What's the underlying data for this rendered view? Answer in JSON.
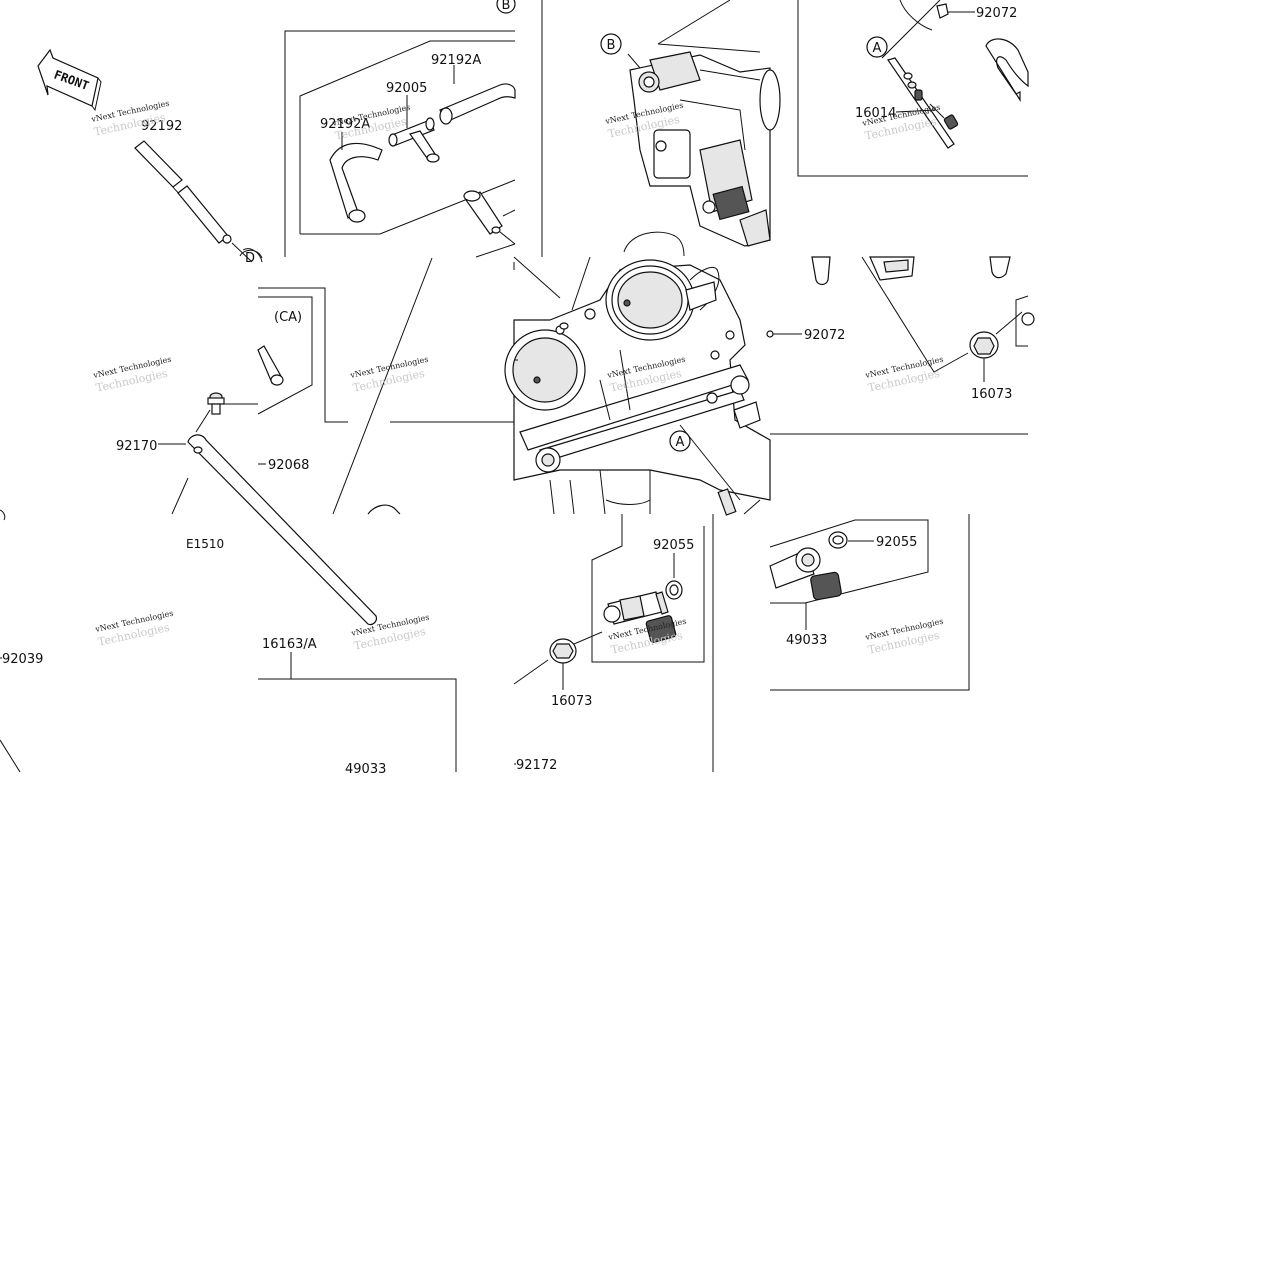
{
  "front_label": "FRONT",
  "part_labels": [
    {
      "id": "p1",
      "text": "92192"
    },
    {
      "id": "p2",
      "text": "92192A"
    },
    {
      "id": "p3",
      "text": "92005"
    },
    {
      "id": "p4",
      "text": "92192A"
    },
    {
      "id": "p5",
      "text": "(CA)"
    },
    {
      "id": "p6",
      "text": "92170"
    },
    {
      "id": "p7",
      "text": "92068"
    },
    {
      "id": "p8",
      "text": "E1510"
    },
    {
      "id": "p9",
      "text": "16163/A"
    },
    {
      "id": "p10",
      "text": "92039"
    },
    {
      "id": "p11",
      "text": "49033"
    },
    {
      "id": "p12",
      "text": "92072"
    },
    {
      "id": "p13",
      "text": "16014"
    },
    {
      "id": "p14",
      "text": "92072"
    },
    {
      "id": "p15",
      "text": "16073"
    },
    {
      "id": "p16",
      "text": "92055"
    },
    {
      "id": "p17",
      "text": "16073"
    },
    {
      "id": "p18",
      "text": "92172"
    },
    {
      "id": "p19",
      "text": "92055"
    },
    {
      "id": "p20",
      "text": "49033"
    }
  ],
  "callouts": [
    {
      "id": "c1",
      "text": "B"
    },
    {
      "id": "c2",
      "text": "B"
    },
    {
      "id": "c3",
      "text": "A"
    },
    {
      "id": "c4",
      "text": "A"
    },
    {
      "id": "c5",
      "text": "D"
    }
  ],
  "watermark": {
    "line1": "vNext Technologies",
    "line2": "Technologies"
  }
}
